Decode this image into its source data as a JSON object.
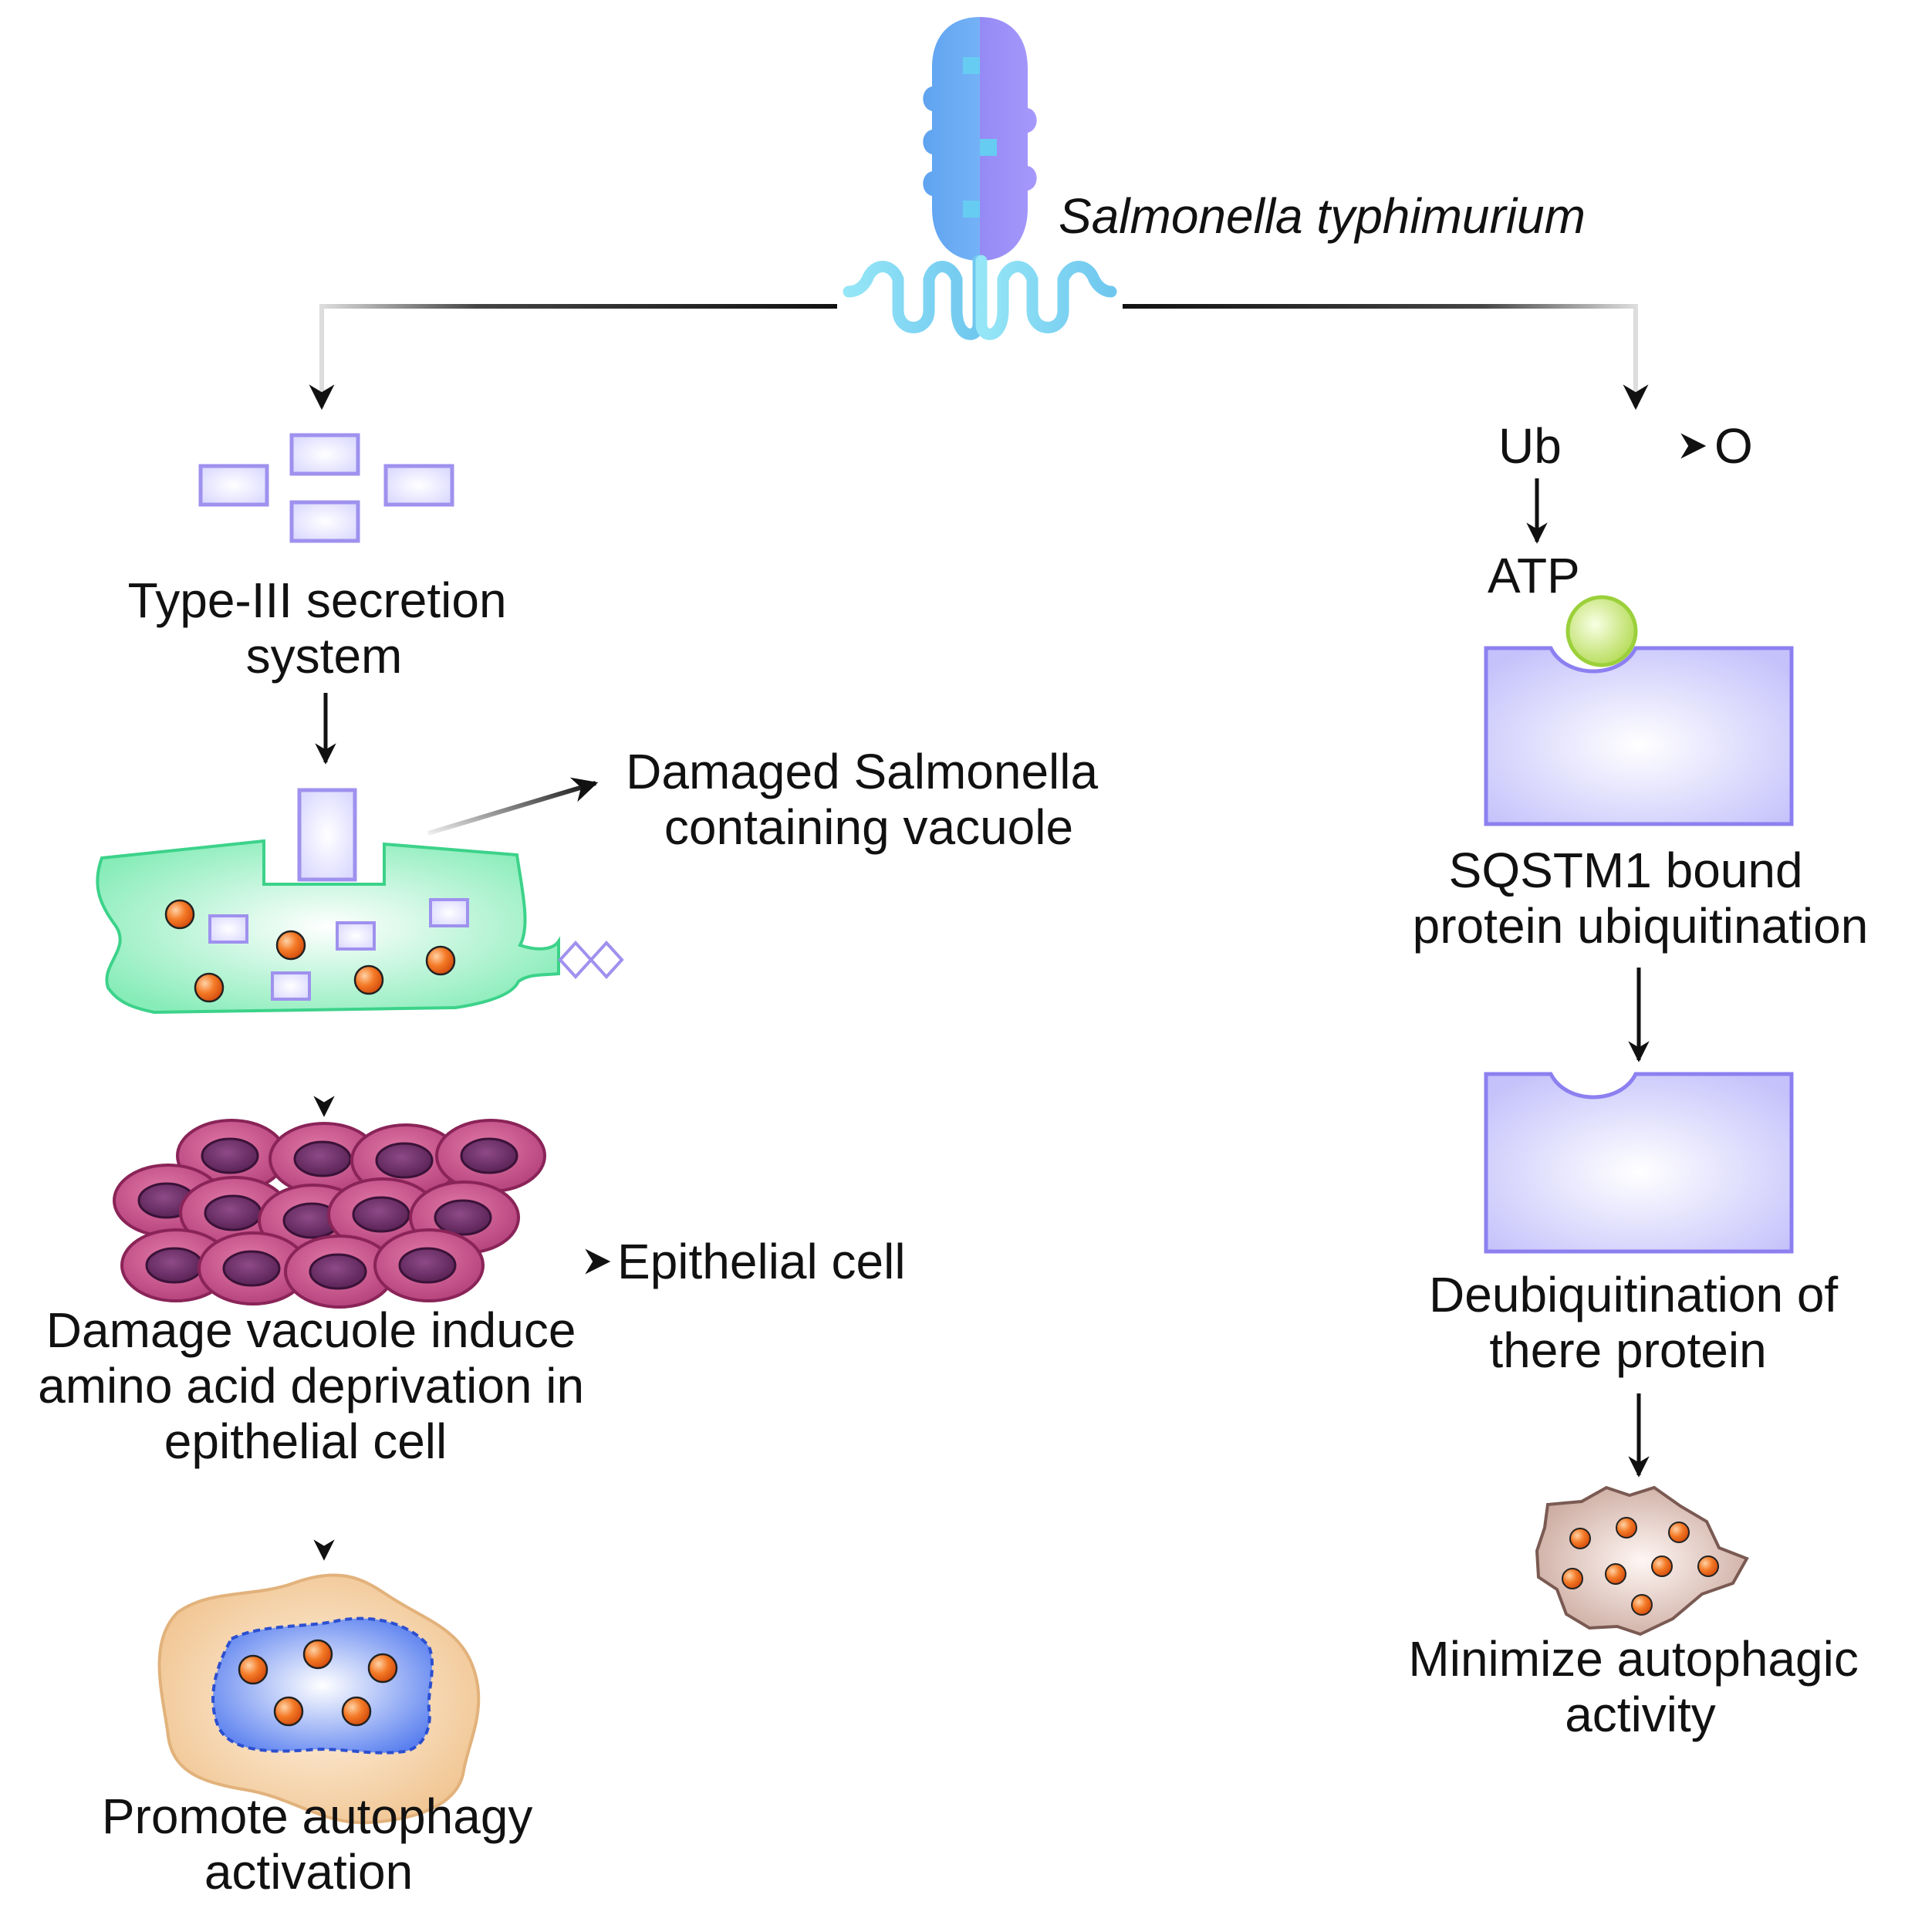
{
  "organism": "Salmonella typhimurium",
  "left_branch": {
    "t3ss": [
      "Type-III secretion",
      "system"
    ],
    "vacuole_label": [
      "Damaged Salmonella",
      "containing vacuole"
    ],
    "epithelial_label": "Epithelial cell",
    "deprivation": [
      "Damage vacuole induce",
      "amino acid deprivation in",
      "epithelial cell"
    ],
    "outcome": [
      "Promote autophagy",
      "activation"
    ]
  },
  "right_branch": {
    "ub": "Ub",
    "o": "O",
    "atp": "ATP",
    "sqstm1": [
      "SQSTM1 bound",
      "protein ubiquitination"
    ],
    "deubiq": [
      "Deubiquitination of",
      "there protein"
    ],
    "outcome": [
      "Minimize autophagic",
      "activity"
    ]
  },
  "colors": {
    "bacterium_left": "#6aa8f2",
    "bacterium_right": "#9a8cf7",
    "flagella": "#86ddf2",
    "vacuole_fill": "#7fe6b0",
    "effector_box": "#9f91ee",
    "orange_particle": "#f26a1b",
    "red_cell": "#c94a86",
    "nucleus": "#6b2b66",
    "protein": "#c9c6ff",
    "atp_ball": "#c8e86a",
    "autophagosome_outer": "#f2c99c",
    "autophagosome_inner": "#6f8ff0",
    "aggregate": "#b48d80"
  }
}
